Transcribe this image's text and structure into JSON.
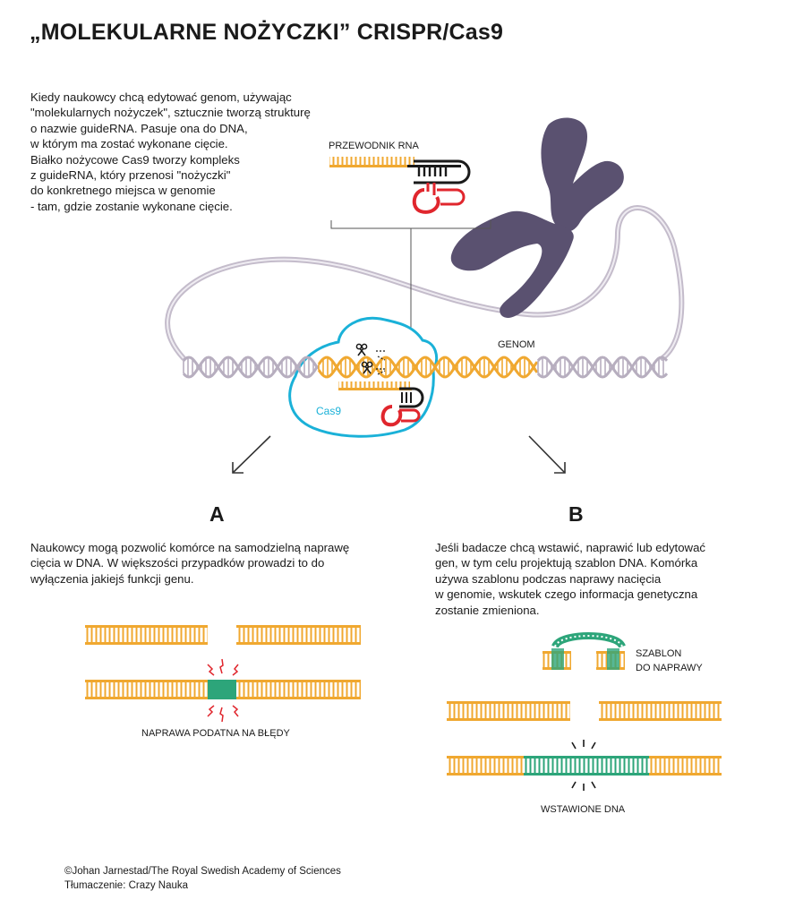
{
  "title": "„MOLEKULARNE NOŻYCZKI” CRISPR/Cas9",
  "intro_lines": [
    "Kiedy naukowcy chcą edytować genom, używając",
    "\"molekularnych nożyczek\", sztucznie tworzą strukturę",
    "o nazwie guideRNA. Pasuje ona do DNA,",
    "w którym ma zostać wykonane cięcie.",
    "Białko nożycowe Cas9 tworzy kompleks",
    "z guideRNA, który przenosi \"nożyczki\"",
    "do konkretnego miejsca w genomie",
    "- tam, gdzie zostanie wykonane cięcie."
  ],
  "labels": {
    "guide_rna": "PRZEWODNIK RNA",
    "genome": "GENOM",
    "cas9": "Cas9",
    "letter_a": "A",
    "letter_b": "B",
    "error_prone_repair": "NAPRAWA PODATNA NA BŁĘDY",
    "template_line1": "SZABLON",
    "template_line2": "DO NAPRAWY",
    "inserted_dna": "WSTAWIONE DNA"
  },
  "paragraph_a_lines": [
    "Naukowcy mogą pozwolić komórce na samodzielną naprawę",
    "cięcia w DNA. W większości przypadków prowadzi to do",
    "wyłączenia jakiejś funkcji genu."
  ],
  "paragraph_b_lines": [
    "Jeśli badacze chcą wstawić, naprawić lub edytować",
    "gen, w tym celu projektują szablon DNA. Komórka",
    "używa szablonu podczas naprawy nacięcia",
    "w genomie, wskutek czego informacja genetyczna",
    "zostanie zmieniona."
  ],
  "credits": {
    "line1": "©Johan Jarnestad/The Royal Swedish Academy of Sciences",
    "line2": "Tłumaczenie: Crazy Nauka"
  },
  "colors": {
    "dna_orange": "#f0a830",
    "dna_grey": "#b7aebf",
    "chromosome": "#5a5170",
    "rna_red": "#e0262d",
    "rna_black": "#1a1a1a",
    "cas9_blue": "#1ab1d8",
    "template_green": "#2da57a",
    "damage_red": "#e0262d"
  },
  "icons": [
    "scissors-icon",
    "scissors-icon",
    "arrow-down-left-icon",
    "arrow-down-right-icon",
    "chromosome-icon"
  ]
}
